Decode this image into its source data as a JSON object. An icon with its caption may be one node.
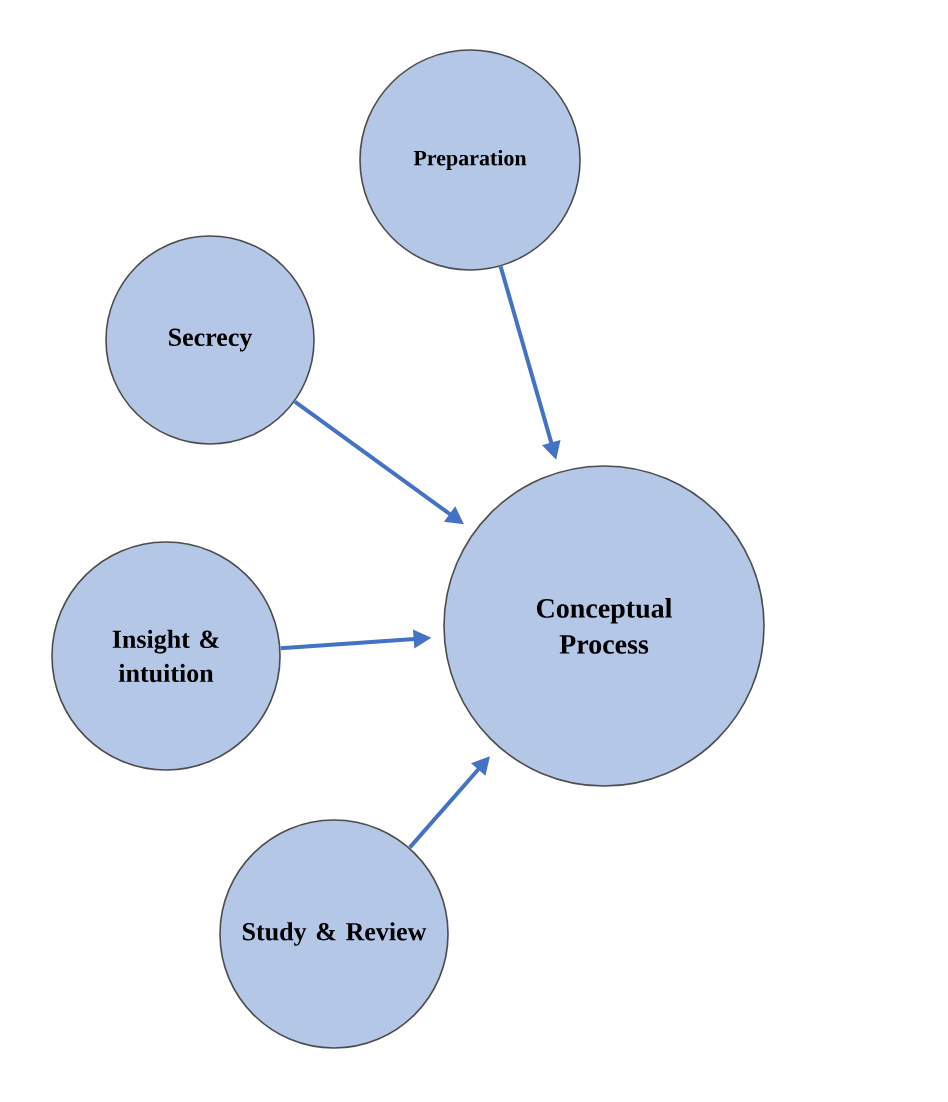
{
  "diagram": {
    "nodes": [
      {
        "text": [
          "Preparation"
        ]
      },
      {
        "text": [
          "Secrecy"
        ]
      },
      {
        "text": [
          "Insight & intuition"
        ]
      },
      {
        "text": [
          "Study & Review"
        ]
      },
      {
        "text": [
          "Conceptual Process"
        ]
      }
    ],
    "edges": [
      {
        "from": 0,
        "to": 4,
        "arrow": "to"
      },
      {
        "from": 1,
        "to": 4,
        "arrow": "to"
      },
      {
        "from": 2,
        "to": 4,
        "arrow": "to"
      },
      {
        "from": 3,
        "to": 4,
        "arrow": "to"
      }
    ]
  }
}
